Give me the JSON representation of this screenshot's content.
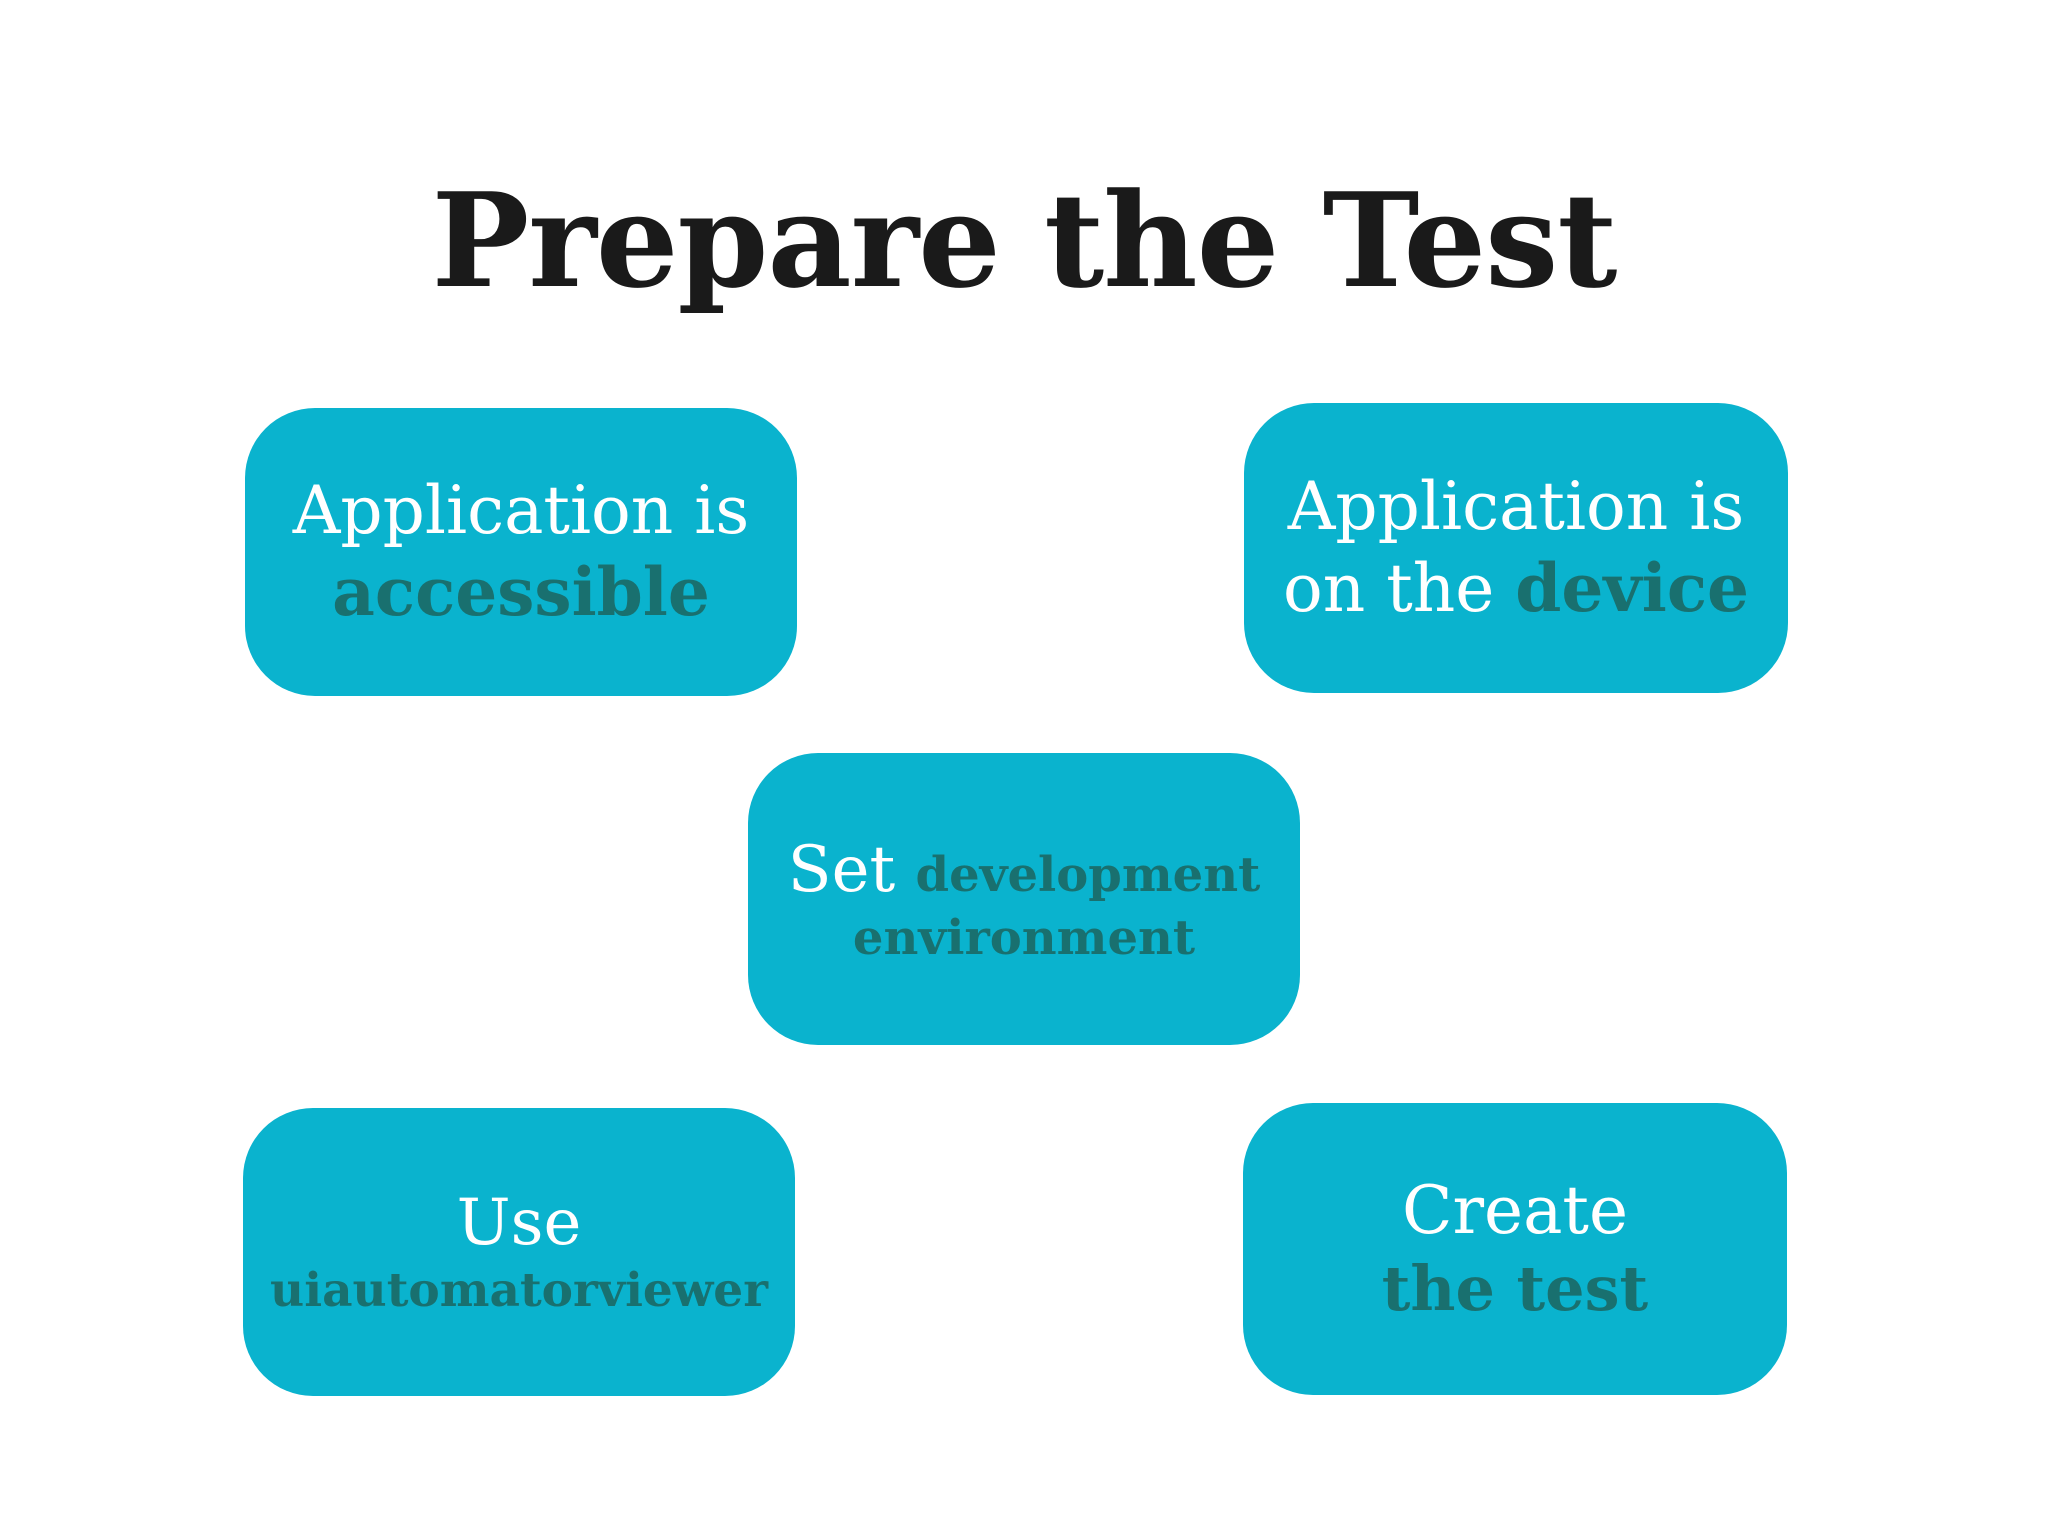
{
  "slide": {
    "title": "Prepare the Test",
    "steps": {
      "app_accessible": {
        "line1_white": "Application is",
        "line2_dark": "accessible"
      },
      "app_on_device": {
        "line1_white": "Application is",
        "line2_white": "on the ",
        "line2_dark": "device"
      },
      "set_environment": {
        "line1_white": "Set ",
        "line1_dark": "development",
        "line2_dark": "environment"
      },
      "use_uiautomatorviewer": {
        "line1_white": "Use",
        "line2_dark": "uiautomatorviewer"
      },
      "create_test": {
        "line1_white": "Create",
        "line2_dark": "the test"
      }
    },
    "colors": {
      "background": "#FFFFFF",
      "box_fill": "#0AB3CE",
      "text_primary": "#FFFFFF",
      "text_emphasis": "#19706F",
      "title_text": "#1A1A1A"
    }
  }
}
